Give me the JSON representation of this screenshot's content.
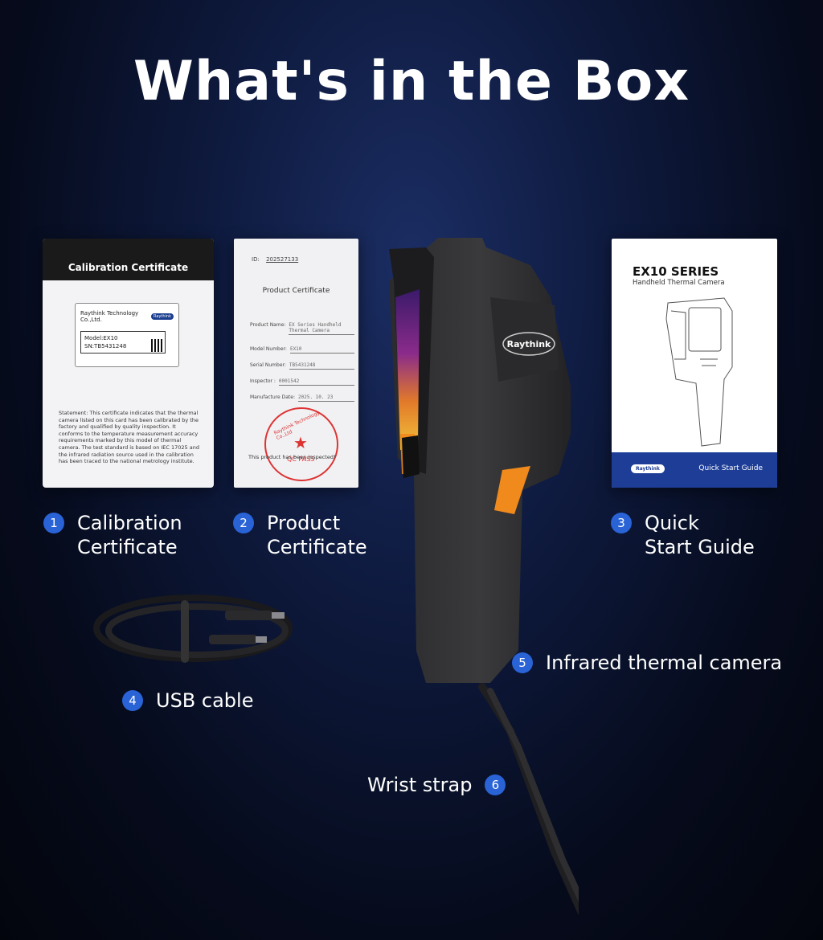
{
  "title": "What's in the Box",
  "items": [
    {
      "number": "1",
      "lines": [
        "Calibration",
        "Certificate"
      ]
    },
    {
      "number": "2",
      "lines": [
        "Product",
        "Certificate"
      ]
    },
    {
      "number": "3",
      "lines": [
        "Quick",
        "Start Guide"
      ]
    },
    {
      "number": "4",
      "label": "USB cable"
    },
    {
      "number": "5",
      "label": "Infrared thermal camera"
    },
    {
      "number": "6",
      "label": "Wrist strap"
    }
  ],
  "calibration_card": {
    "header": "Calibration Certificate",
    "company": "Raythink Technology Co.,Ltd.",
    "brand": "Raythink",
    "model": "Model:EX10",
    "serial": "SN:TB5431248",
    "statement": "Statement: This certificate indicates that the thermal camera listed on this card has been calibrated by the factory and qualified by quality inspection. It conforms to the temperature measurement accuracy requirements marked by this model of thermal camera. The test standard is based on IEC 17025 and the infrared radiation source used in the calibration has been traced to the national metrology institute."
  },
  "product_card": {
    "id_label": "ID:",
    "id_value": "202527133",
    "title": "Product Certificate",
    "fields": [
      {
        "label": "Product Name:",
        "value": "EX Series Handheld Thermal Camera"
      },
      {
        "label": "Model Number:",
        "value": "EX10"
      },
      {
        "label": "Serial Number:",
        "value": "TB5431248"
      },
      {
        "label": "Inspector :",
        "value": "0001542"
      },
      {
        "label": "Manufacture Date:",
        "value": "2025. 10. 23"
      }
    ],
    "stamp_text": "Raythink Technology Co.,Ltd",
    "stamp_pass": "QC PASS",
    "inspected": "This product has been inspected!"
  },
  "guide_card": {
    "title": "EX10 SERIES",
    "subtitle": "Handheld Thermal Camera",
    "brand": "Raythink",
    "footer": "Quick Start Guide"
  },
  "camera": {
    "brand": "Raythink"
  },
  "colors": {
    "badge": "#2a63d6",
    "accent_orange": "#f08a1c",
    "guide_band": "#1e3d97"
  }
}
